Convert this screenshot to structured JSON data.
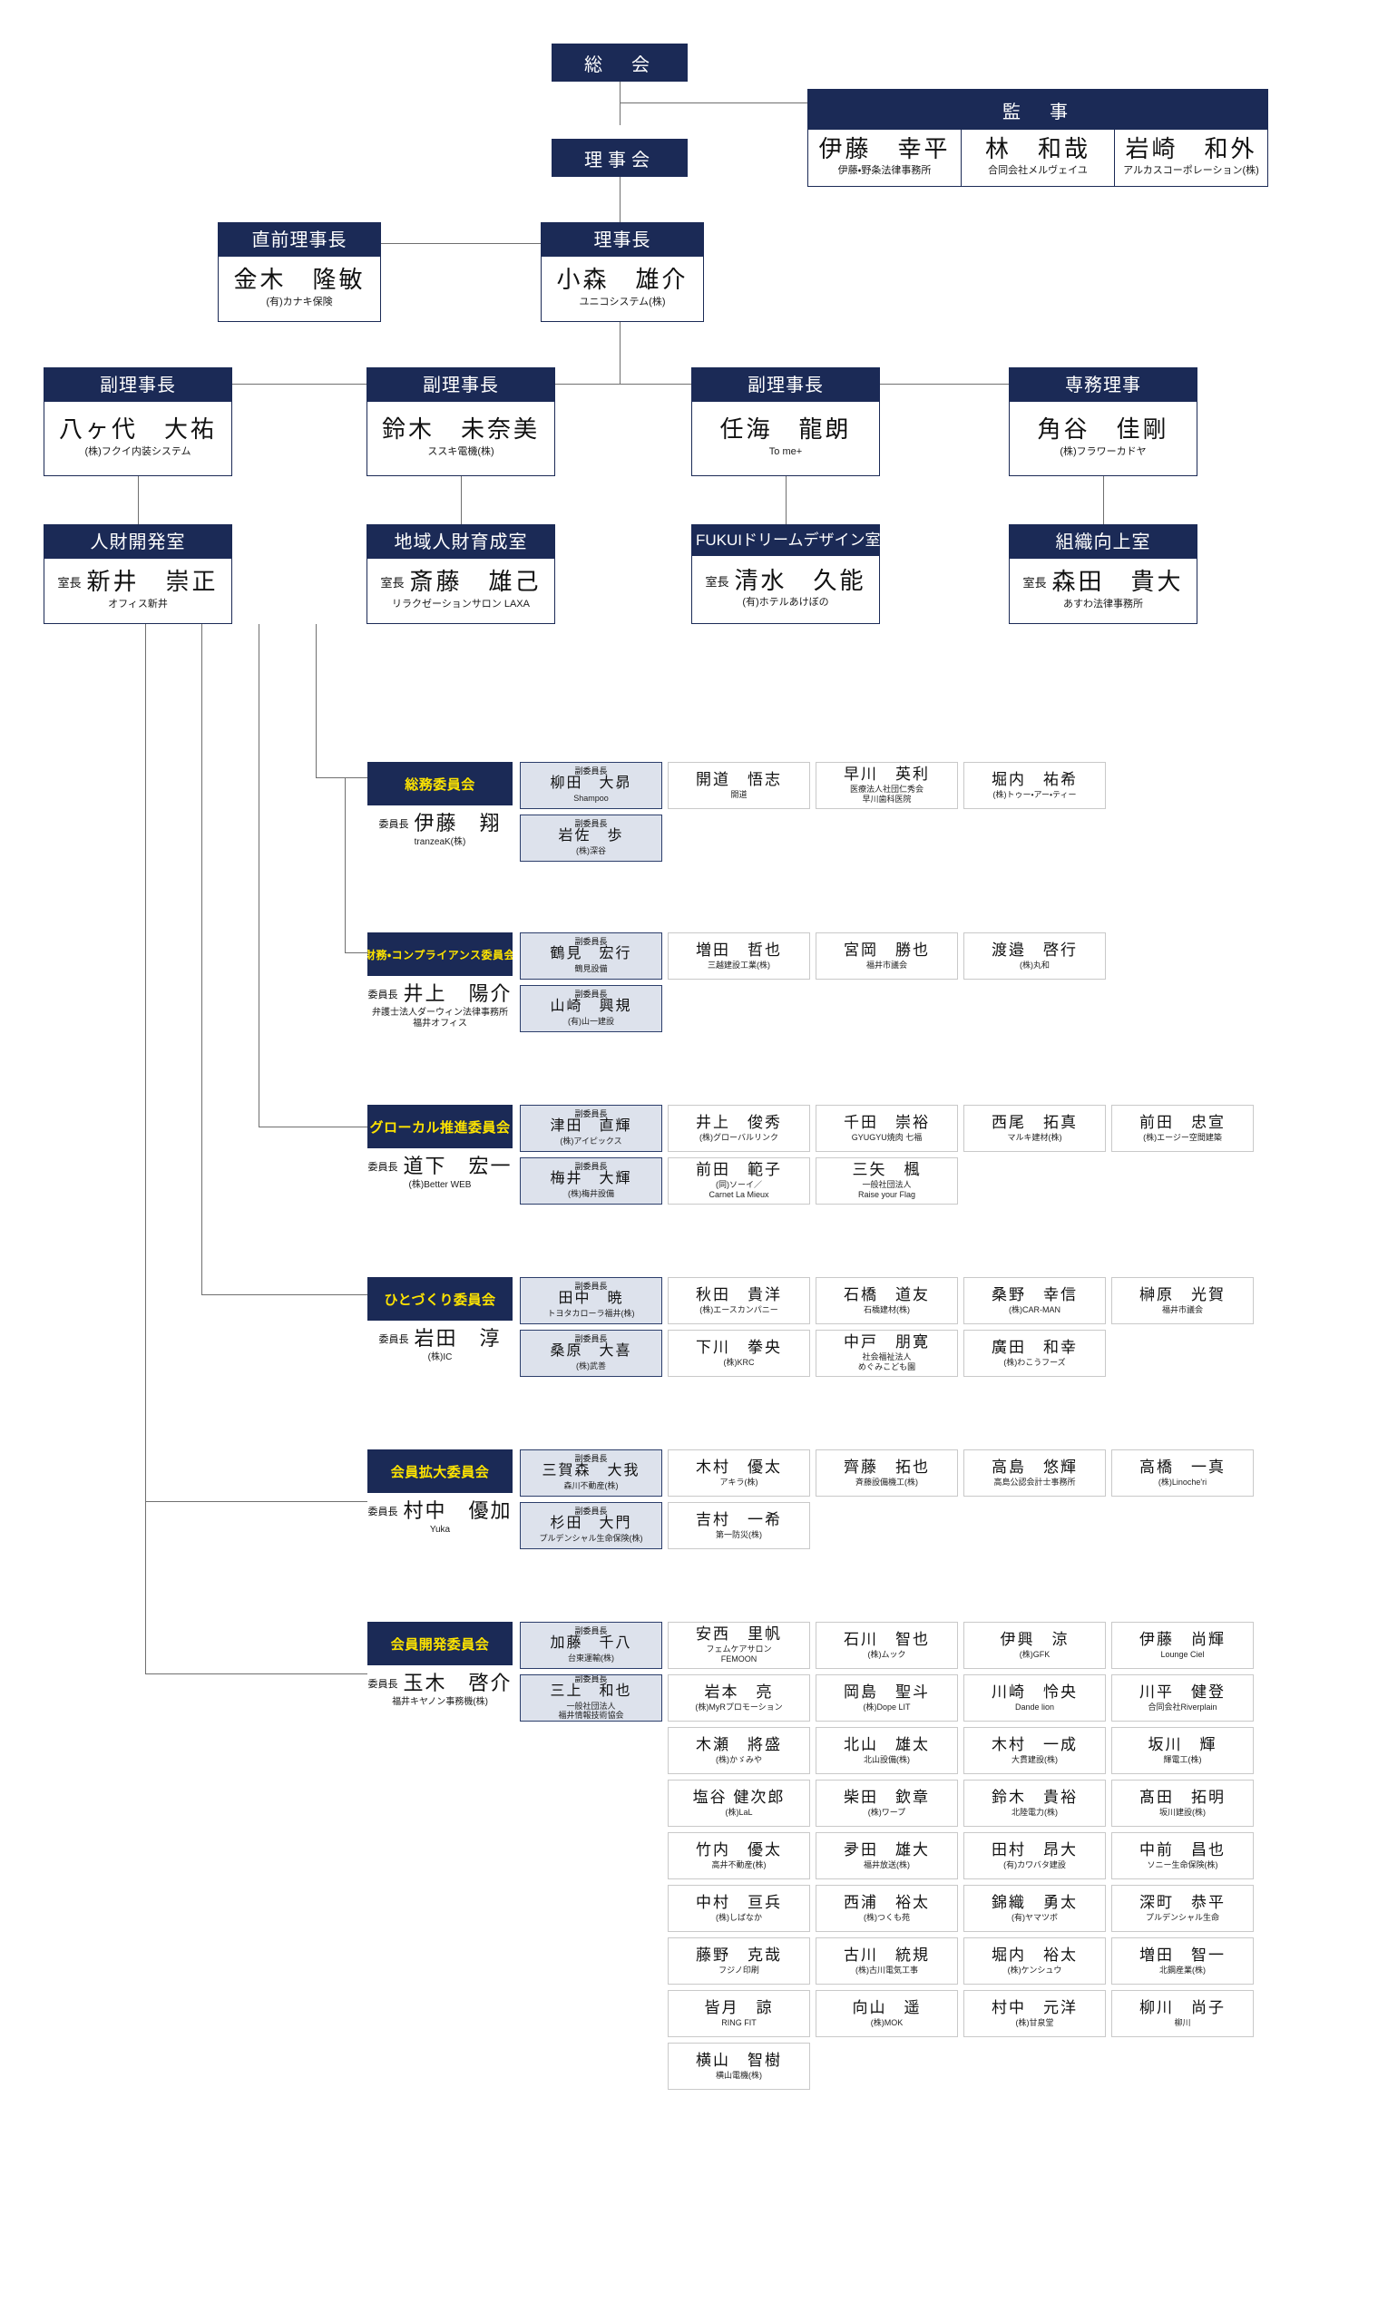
{
  "colors": {
    "navy": "#1b2a56",
    "yellow": "#ffe400",
    "vice_fill": "#dde2ec",
    "line": "#6f6f6f"
  },
  "top": {
    "general_meeting": "総　会",
    "board": "理事会"
  },
  "auditors": {
    "title": "監　事",
    "members": [
      {
        "name": "伊藤　幸平",
        "company": "伊藤・野条法律事務所"
      },
      {
        "name": "林　和哉",
        "company": "合同会社メルヴェイユ"
      },
      {
        "name": "岩崎　和外",
        "company": "アルカスコーポレーション(株)"
      }
    ]
  },
  "executives": [
    {
      "title": "直前理事長",
      "role": "",
      "name": "金木　隆敏",
      "company": "(有)カナキ保険"
    },
    {
      "title": "理事長",
      "role": "",
      "name": "小森　雄介",
      "company": "ユニコシステム(株)"
    },
    {
      "title": "副理事長",
      "role": "",
      "name": "八ヶ代　大祐",
      "company": "(株)フクイ内装システム"
    },
    {
      "title": "副理事長",
      "role": "",
      "name": "鈴木　未奈美",
      "company": "ススキ電機(株)"
    },
    {
      "title": "副理事長",
      "role": "",
      "name": "任海　龍朗",
      "company": "To me+"
    },
    {
      "title": "専務理事",
      "role": "",
      "name": "角谷　佳剛",
      "company": "(株)フラワーカドヤ"
    }
  ],
  "rooms": [
    {
      "title": "人財開発室",
      "role": "室長",
      "name": "新井　崇正",
      "company": "オフィス新井"
    },
    {
      "title": "地域人財育成室",
      "role": "室長",
      "name": "斎藤　雄己",
      "company": "リラクゼーションサロン LAXA"
    },
    {
      "title": "FUKUIドリームデザイン室",
      "role": "室長",
      "name": "清水　久能",
      "company": "(有)ホテルあけぼの"
    },
    {
      "title": "組織向上室",
      "role": "室長",
      "name": "森田　貴大",
      "company": "あすわ法律事務所"
    }
  ],
  "committees": [
    {
      "title": "総務委員会",
      "chair_role": "委員長",
      "chair_name": "伊藤　翔",
      "chair_company": "tranzeaK(株)",
      "vice_role": "副委員長",
      "cols": 4,
      "members": [
        {
          "vice": true,
          "name": "柳田　大昴",
          "company": "Shampoo"
        },
        {
          "vice": false,
          "name": "開道　悟志",
          "company": "開道"
        },
        {
          "vice": false,
          "name": "早川　英利",
          "company": "医療法人社団仁秀会\n早川歯科医院"
        },
        {
          "vice": false,
          "name": "堀内　祐希",
          "company": "(株)トゥー・アー・ティー"
        },
        {
          "vice": true,
          "name": "岩佐　歩",
          "company": "(株)深谷"
        }
      ]
    },
    {
      "title": "財務・コンプライアンス委員会",
      "chair_role": "委員長",
      "chair_name": "井上　陽介",
      "chair_company": "弁護士法人ダーウィン法律事務所\n福井オフィス",
      "vice_role": "副委員長",
      "cols": 4,
      "members": [
        {
          "vice": true,
          "name": "鶴見　宏行",
          "company": "鶴見設備"
        },
        {
          "vice": false,
          "name": "増田　哲也",
          "company": "三越建設工業(株)"
        },
        {
          "vice": false,
          "name": "宮岡　勝也",
          "company": "福井市議会"
        },
        {
          "vice": false,
          "name": "渡邉　啓行",
          "company": "(株)丸和"
        },
        {
          "vice": true,
          "name": "山崎　興規",
          "company": "(有)山一建設"
        }
      ]
    },
    {
      "title": "グローカル推進委員会",
      "chair_role": "委員長",
      "chair_name": "道下　宏一",
      "chair_company": "(株)Better WEB",
      "vice_role": "副委員長",
      "cols": 5,
      "members": [
        {
          "vice": true,
          "name": "津田　直輝",
          "company": "(株)アイピックス"
        },
        {
          "vice": false,
          "name": "井上　俊秀",
          "company": "(株)グローバルリンク"
        },
        {
          "vice": false,
          "name": "千田　崇裕",
          "company": "GYUGYU焼肉 七福"
        },
        {
          "vice": false,
          "name": "西尾　拓真",
          "company": "マルキ建材(株)"
        },
        {
          "vice": false,
          "name": "前田　忠宣",
          "company": "(株)エージー空間建築"
        },
        {
          "vice": true,
          "name": "梅井　大輝",
          "company": "(株)梅井設備"
        },
        {
          "vice": false,
          "name": "前田　範子",
          "company": "(同)ソーイ／\nCarnet La Mieux"
        },
        {
          "vice": false,
          "name": "三矢　楓",
          "company": "一般社団法人\nRaise your Flag"
        }
      ]
    },
    {
      "title": "ひとづくり委員会",
      "chair_role": "委員長",
      "chair_name": "岩田　淳",
      "chair_company": "(株)IC",
      "vice_role": "副委員長",
      "cols": 5,
      "members": [
        {
          "vice": true,
          "name": "田中　暁",
          "company": "トヨタカローラ福井(株)"
        },
        {
          "vice": false,
          "name": "秋田　貴洋",
          "company": "(株)エースカンパニー"
        },
        {
          "vice": false,
          "name": "石橋　道友",
          "company": "石橋建材(株)"
        },
        {
          "vice": false,
          "name": "桑野　幸信",
          "company": "(株)CAR-MAN"
        },
        {
          "vice": false,
          "name": "榊原　光賀",
          "company": "福井市議会"
        },
        {
          "vice": true,
          "name": "桑原　大喜",
          "company": "(株)武善"
        },
        {
          "vice": false,
          "name": "下川　拳央",
          "company": "(株)KRC"
        },
        {
          "vice": false,
          "name": "中戸　朋寛",
          "company": "社会福祉法人\nめぐみこども園"
        },
        {
          "vice": false,
          "name": "廣田　和幸",
          "company": "(株)わこうフーズ"
        }
      ]
    },
    {
      "title": "会員拡大委員会",
      "chair_role": "委員長",
      "chair_name": "村中　優加",
      "chair_company": "Yuka",
      "vice_role": "副委員長",
      "cols": 5,
      "members": [
        {
          "vice": true,
          "name": "三賀森　大我",
          "company": "森川不動産(株)"
        },
        {
          "vice": false,
          "name": "木村　優太",
          "company": "アキラ(株)"
        },
        {
          "vice": false,
          "name": "齊藤　拓也",
          "company": "斉藤設備機工(株)"
        },
        {
          "vice": false,
          "name": "高島　悠輝",
          "company": "高島公認会計士事務所"
        },
        {
          "vice": false,
          "name": "高橋　一真",
          "company": "(株)Linoche'ri"
        },
        {
          "vice": true,
          "name": "杉田　大門",
          "company": "プルデンシャル生命保険(株)"
        },
        {
          "vice": false,
          "name": "吉村　一希",
          "company": "第一防災(株)"
        }
      ]
    },
    {
      "title": "会員開発委員会",
      "chair_role": "委員長",
      "chair_name": "玉木　啓介",
      "chair_company": "福井キヤノン事務機(株)",
      "vice_role": "副委員長",
      "cols": 5,
      "members": [
        {
          "vice": true,
          "name": "加藤　千八",
          "company": "台東運輸(株)"
        },
        {
          "vice": false,
          "name": "安西　里帆",
          "company": "フェムケアサロン\nFEMOON"
        },
        {
          "vice": false,
          "name": "石川　智也",
          "company": "(株)ムック"
        },
        {
          "vice": false,
          "name": "伊興　涼",
          "company": "(株)GFK"
        },
        {
          "vice": false,
          "name": "伊藤　尚輝",
          "company": "Lounge Ciel"
        },
        {
          "vice": true,
          "name": "三上　和也",
          "company": "一般社団法人\n福井情報技術協会"
        },
        {
          "vice": false,
          "name": "岩本　亮",
          "company": "(株)MyRプロモーション"
        },
        {
          "vice": false,
          "name": "岡島　聖斗",
          "company": "(株)Dope LIT"
        },
        {
          "vice": false,
          "name": "川崎　怜央",
          "company": "Dande lion"
        },
        {
          "vice": false,
          "name": "川平　健登",
          "company": "合同会社Riverplain"
        },
        {
          "vice": null,
          "name": "",
          "company": ""
        },
        {
          "vice": false,
          "name": "木瀬　將盛",
          "company": "(株)かゞみや"
        },
        {
          "vice": false,
          "name": "北山　雄太",
          "company": "北山設備(株)"
        },
        {
          "vice": false,
          "name": "木村　一成",
          "company": "大貫建設(株)"
        },
        {
          "vice": false,
          "name": "坂川　輝",
          "company": "輝電工(株)"
        },
        {
          "vice": null,
          "name": "",
          "company": ""
        },
        {
          "vice": false,
          "name": "塩谷 健次郎",
          "company": "(株)LaL"
        },
        {
          "vice": false,
          "name": "柴田　欽章",
          "company": "(株)ワープ"
        },
        {
          "vice": false,
          "name": "鈴木　貴裕",
          "company": "北陸電力(株)"
        },
        {
          "vice": false,
          "name": "髙田　拓明",
          "company": "坂川建設(株)"
        },
        {
          "vice": null,
          "name": "",
          "company": ""
        },
        {
          "vice": false,
          "name": "竹内　優太",
          "company": "高井不動産(株)"
        },
        {
          "vice": false,
          "name": "夛田　雄大",
          "company": "福井放送(株)"
        },
        {
          "vice": false,
          "name": "田村　昂大",
          "company": "(有)カワバタ建設"
        },
        {
          "vice": false,
          "name": "中前　昌也",
          "company": "ソニー生命保険(株)"
        },
        {
          "vice": null,
          "name": "",
          "company": ""
        },
        {
          "vice": false,
          "name": "中村　亘兵",
          "company": "(株)しばなか"
        },
        {
          "vice": false,
          "name": "西浦　裕太",
          "company": "(株)つくも苑"
        },
        {
          "vice": false,
          "name": "錦織　勇太",
          "company": "(有)ヤマツボ"
        },
        {
          "vice": false,
          "name": "深町　恭平",
          "company": "プルデンシャル生命"
        },
        {
          "vice": null,
          "name": "",
          "company": ""
        },
        {
          "vice": false,
          "name": "藤野　克哉",
          "company": "フジノ印刷"
        },
        {
          "vice": false,
          "name": "古川　統規",
          "company": "(株)古川電気工事"
        },
        {
          "vice": false,
          "name": "堀内　裕太",
          "company": "(株)ケンシュウ"
        },
        {
          "vice": false,
          "name": "増田　智一",
          "company": "北鋼産業(株)"
        },
        {
          "vice": null,
          "name": "",
          "company": ""
        },
        {
          "vice": false,
          "name": "皆月　諒",
          "company": "RING FIT"
        },
        {
          "vice": false,
          "name": "向山　遥",
          "company": "(株)MOK"
        },
        {
          "vice": false,
          "name": "村中　元洋",
          "company": "(株)甘泉堂"
        },
        {
          "vice": false,
          "name": "柳川　尚子",
          "company": "柳川"
        },
        {
          "vice": null,
          "name": "",
          "company": ""
        },
        {
          "vice": false,
          "name": "横山　智樹",
          "company": "横山電機(株)"
        }
      ]
    }
  ]
}
